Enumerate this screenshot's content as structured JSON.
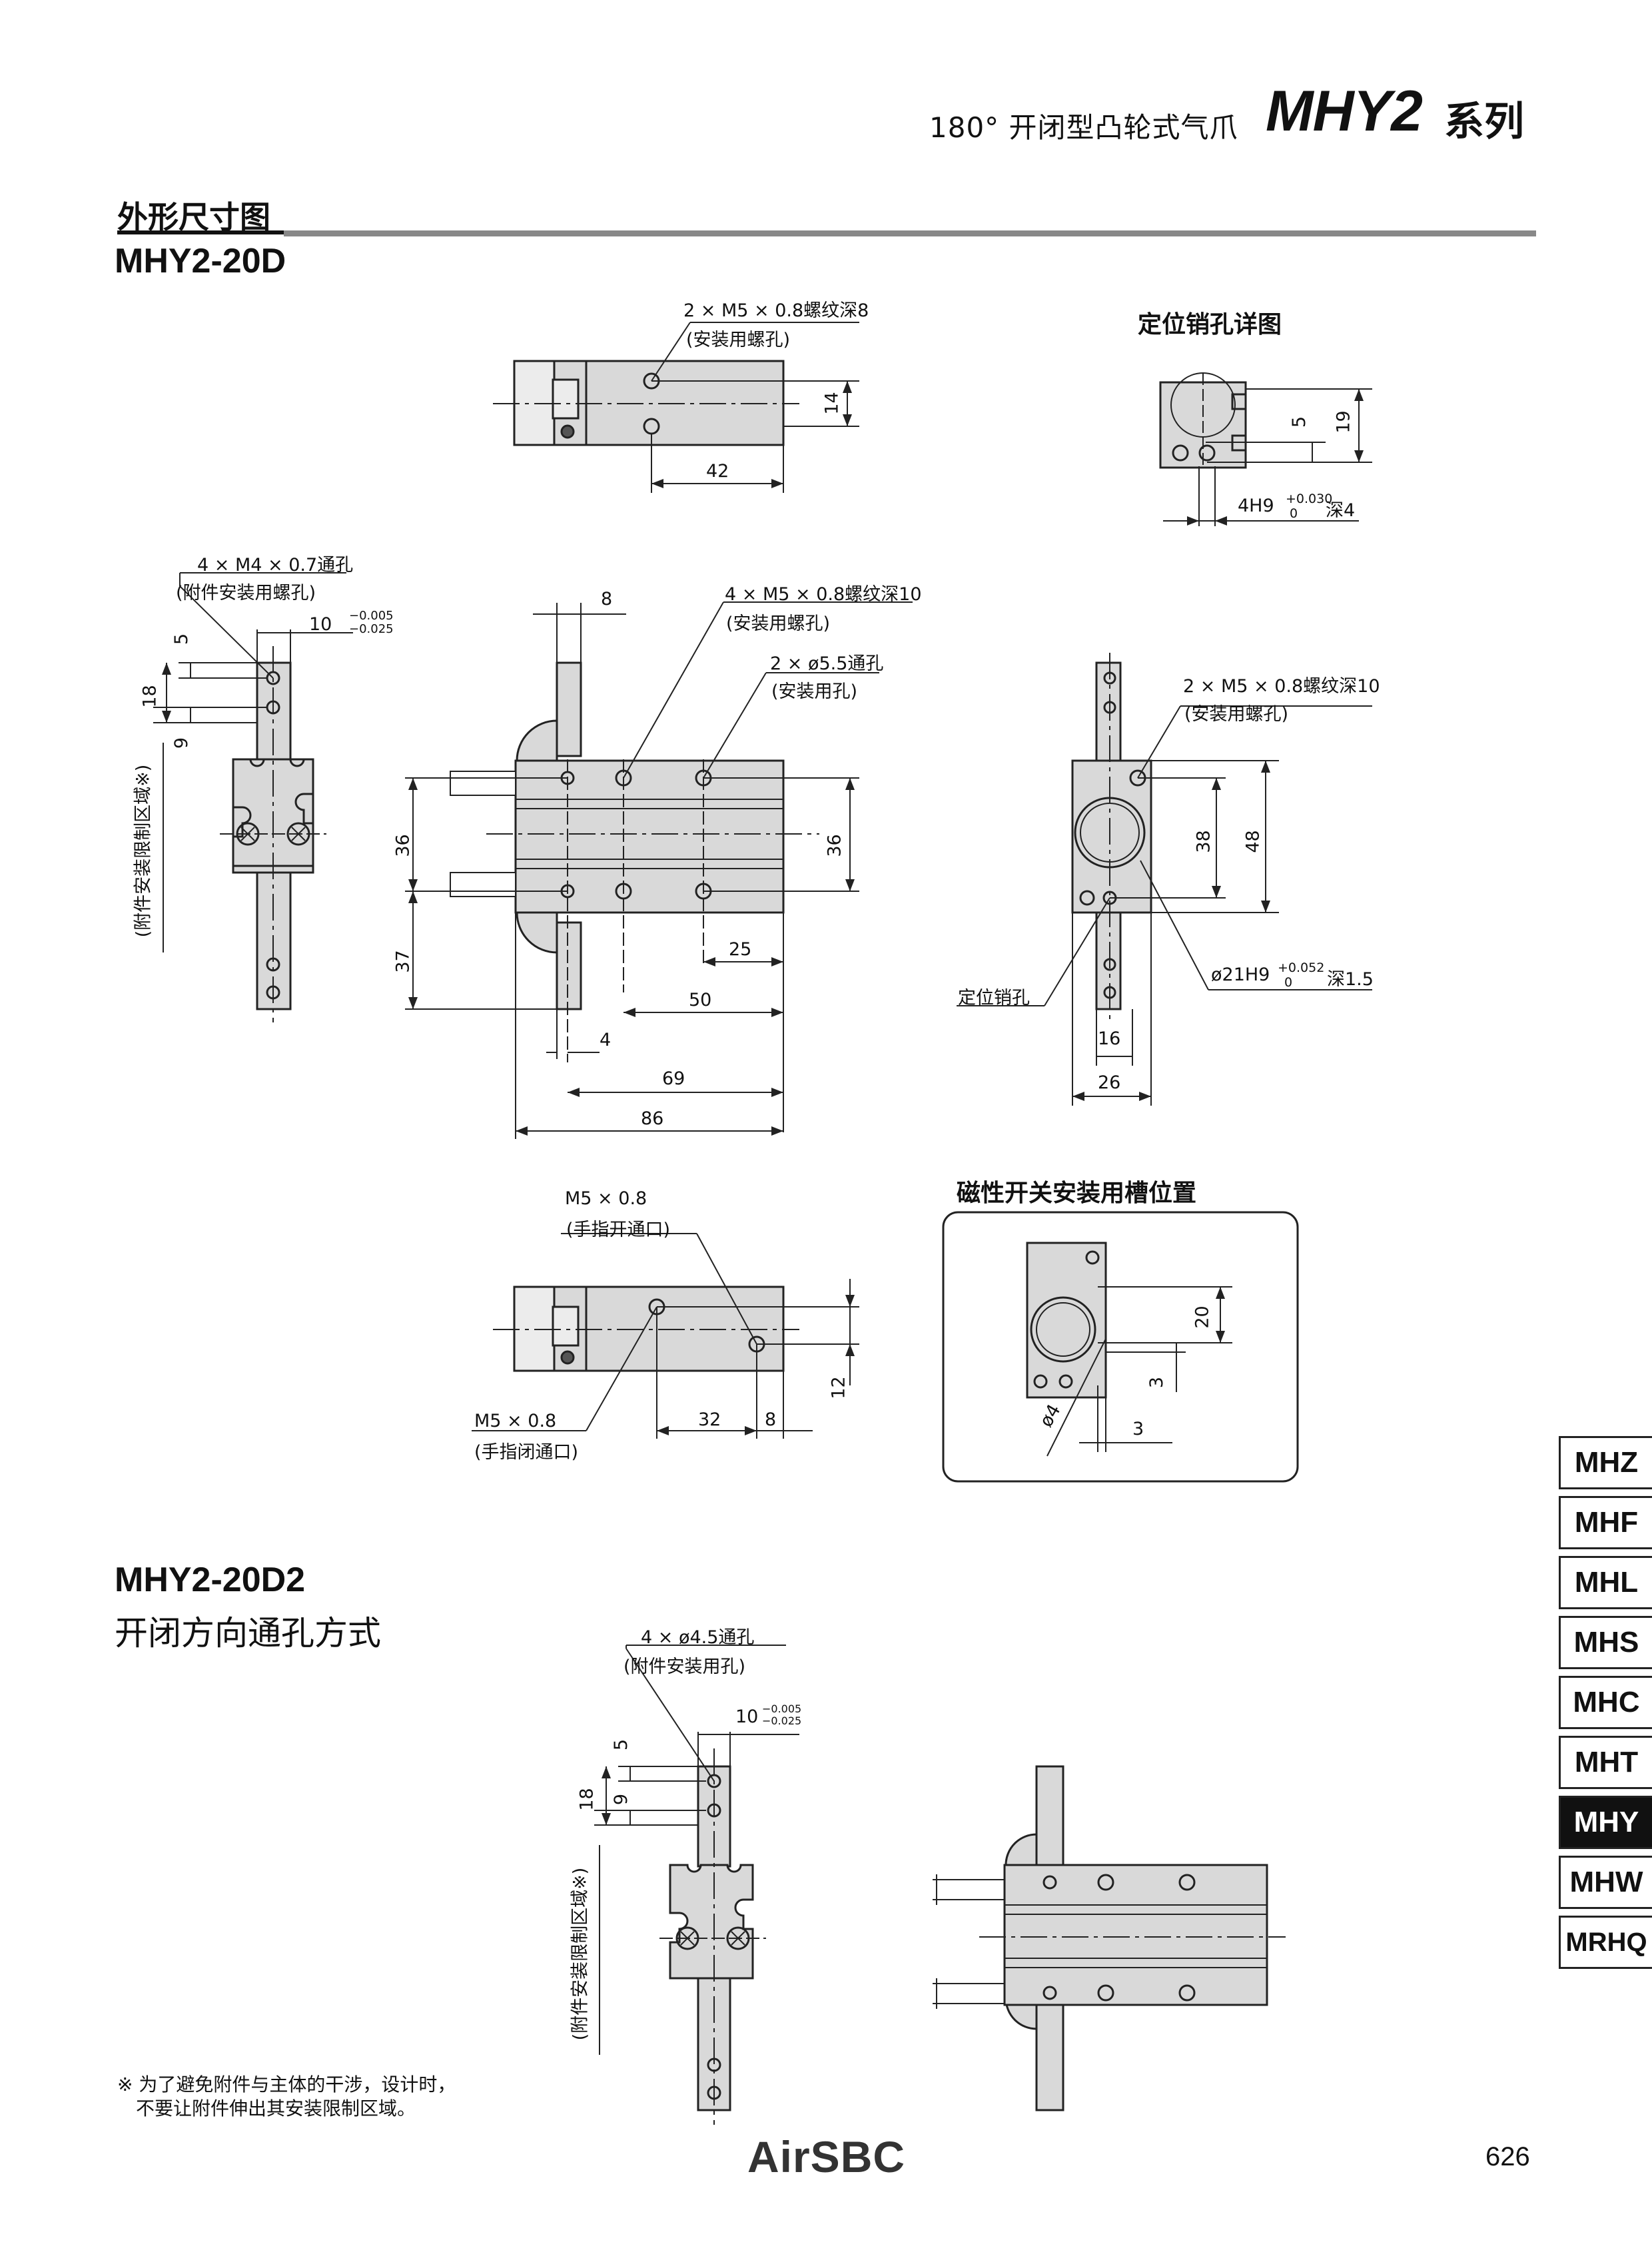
{
  "header": {
    "subtitle": "180°  开闭型凸轮式气爪",
    "model": "MHY2",
    "series": "系列"
  },
  "section": {
    "title": "外形尺寸图"
  },
  "model1": {
    "name": "MHY2-20D",
    "top_view": {
      "callout_1": "2 × M5 × 0.8螺纹深8",
      "callout_2": "(安装用螺孔)",
      "dim_14": "14",
      "dim_42": "42"
    },
    "pin_detail": {
      "title": "定位销孔详图",
      "dim_5": "5",
      "dim_19": "19",
      "dim_4h9": "4H9",
      "tol_up": "+0.030",
      "tol_lo": "0",
      "depth": "深4"
    },
    "left_view": {
      "callout_1": "4 × M4 × 0.7通孔",
      "callout_2": "(附件安装用螺孔)",
      "dim_10": "10",
      "tol_up": "−0.005",
      "tol_lo": "−0.025",
      "dim_5": "5",
      "dim_18": "18",
      "dim_9": "9",
      "zone_label": "(附件安装限制区域※)"
    },
    "front_view": {
      "dim_8": "8",
      "callout_a1": "4 × M5 × 0.8螺纹深10",
      "callout_a2": "(安装用螺孔)",
      "callout_b1": "2 × ø5.5通孔",
      "callout_b2": "(安装用孔)",
      "dim_36_left": "36",
      "dim_36_right": "36",
      "dim_37": "37",
      "dim_25": "25",
      "dim_50": "50",
      "dim_4": "4",
      "dim_69": "69",
      "dim_86": "86"
    },
    "side_view": {
      "callout_1": "2 × M5 × 0.8螺纹深10",
      "callout_2": "(安装用螺孔)",
      "dim_38": "38",
      "dim_48": "48",
      "pin_label": "定位销孔",
      "bore_label": "ø21H9",
      "bore_tol_up": "+0.052",
      "bore_tol_lo": "0",
      "bore_depth": "深1.5",
      "dim_16": "16",
      "dim_26": "26"
    },
    "port_view": {
      "open_1": "M5 × 0.8",
      "open_2": "(手指开通口)",
      "close_1": "M5 × 0.8",
      "close_2": "(手指闭通口)",
      "dim_32": "32",
      "dim_8": "8",
      "dim_12": "12"
    },
    "switch_slot": {
      "title": "磁性开关安装用槽位置",
      "dim_20": "20",
      "dim_3a": "3",
      "dim_d4": "ø4",
      "dim_3b": "3"
    }
  },
  "model2": {
    "name": "MHY2-20D2",
    "subtitle": "开闭方向通孔方式",
    "left_view": {
      "callout_1": "4 × ø4.5通孔",
      "callout_2": "(附件安装用孔)",
      "dim_10": "10",
      "tol_up": "−0.005",
      "tol_lo": "−0.025",
      "dim_5": "5",
      "dim_18": "18",
      "dim_9": "9",
      "zone_label": "(附件安装限制区域※)"
    }
  },
  "footnote": {
    "line1": "※ 为了避免附件与主体的干涉，设计时，",
    "line2": "不要让附件伸出其安装限制区域。"
  },
  "side_tabs": [
    {
      "label": "MHZ",
      "active": false
    },
    {
      "label": "MHF",
      "active": false
    },
    {
      "label": "MHL",
      "active": false
    },
    {
      "label": "MHS",
      "active": false
    },
    {
      "label": "MHC",
      "active": false
    },
    {
      "label": "MHT",
      "active": false
    },
    {
      "label": "MHY",
      "active": true
    },
    {
      "label": "MHW",
      "active": false
    },
    {
      "label": "MRHQ",
      "active": false
    }
  ],
  "footer": {
    "logo": "AirSBC",
    "page_number": "626"
  },
  "colors": {
    "body_fill": "#d9d9d9",
    "line": "#222222",
    "rule": "#888888",
    "active_tab": "#111111"
  }
}
